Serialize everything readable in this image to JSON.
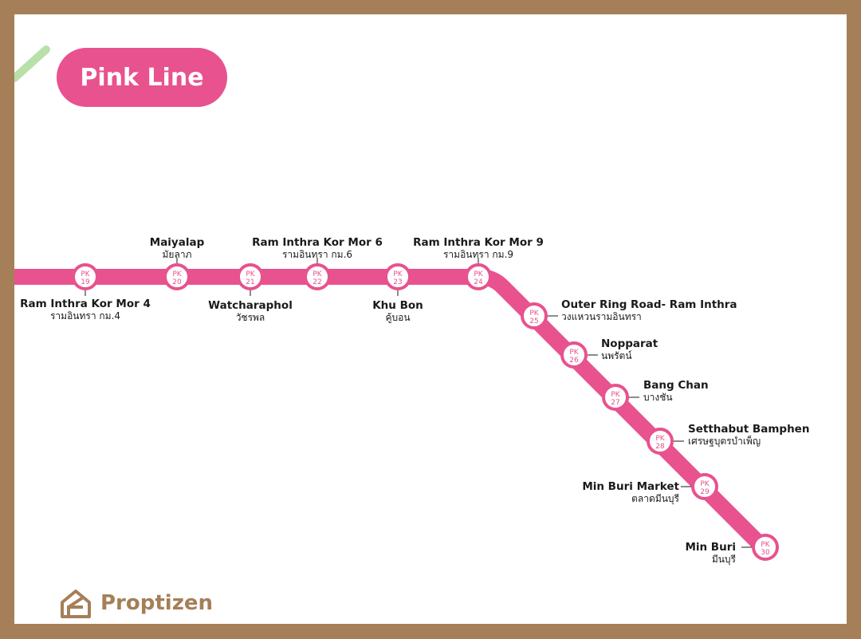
{
  "title": "Pink Line",
  "brand": {
    "name": "Proptizen",
    "color": "#a57f58"
  },
  "colors": {
    "line": "#e8528e",
    "frame": "#a57f58",
    "adjacent_line": "#b8e0a8"
  },
  "stations": [
    {
      "code": "PK",
      "num": "19",
      "name_en": "Ram Inthra Kor Mor 4",
      "name_th": "รามอินทรา กม.4"
    },
    {
      "code": "PK",
      "num": "20",
      "name_en": "Maiyalap",
      "name_th": "มัยลาภ"
    },
    {
      "code": "PK",
      "num": "21",
      "name_en": "Watcharaphol",
      "name_th": "วัชรพล"
    },
    {
      "code": "PK",
      "num": "22",
      "name_en": "Ram Inthra Kor Mor 6",
      "name_th": "รามอินทรา กม.6"
    },
    {
      "code": "PK",
      "num": "23",
      "name_en": "Khu Bon",
      "name_th": "คู้บอน"
    },
    {
      "code": "PK",
      "num": "24",
      "name_en": "Ram Inthra Kor Mor 9",
      "name_th": "รามอินทรา กม.9"
    },
    {
      "code": "PK",
      "num": "25",
      "name_en": "Outer Ring Road- Ram Inthra",
      "name_th": "วงแหวนรามอินทรา"
    },
    {
      "code": "PK",
      "num": "26",
      "name_en": "Nopparat",
      "name_th": "นพรัตน์"
    },
    {
      "code": "PK",
      "num": "27",
      "name_en": "Bang Chan",
      "name_th": "บางชัน"
    },
    {
      "code": "PK",
      "num": "28",
      "name_en": "Setthabut Bamphen",
      "name_th": "เศรษฐบุตรบำเพ็ญ"
    },
    {
      "code": "PK",
      "num": "29",
      "name_en": "Min Buri Market",
      "name_th": "ตลาดมีนบุรี"
    },
    {
      "code": "PK",
      "num": "30",
      "name_en": "Min Buri",
      "name_th": "มีนบุรี"
    }
  ]
}
